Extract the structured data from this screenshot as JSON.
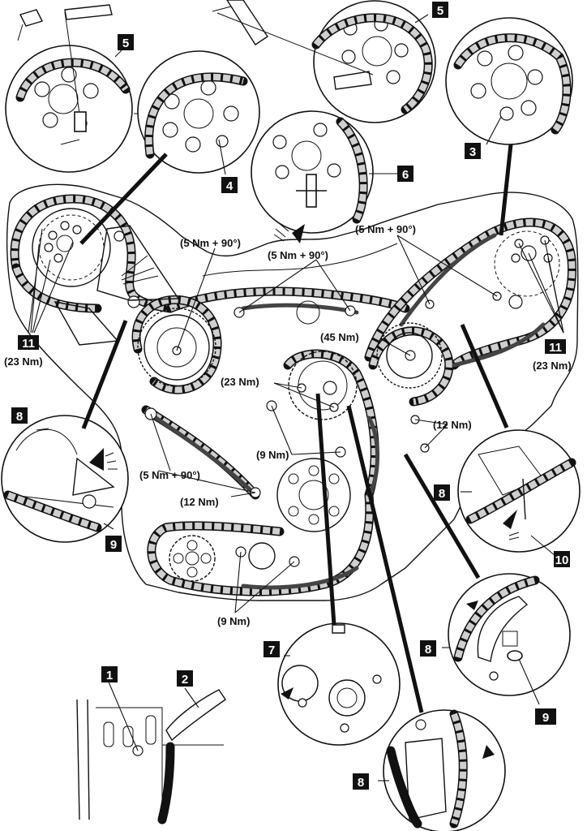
{
  "figure": {
    "type": "timing-chain-installation-diagram",
    "callouts": [
      {
        "id": "c1",
        "label": "1"
      },
      {
        "id": "c2",
        "label": "2"
      },
      {
        "id": "c3",
        "label": "3"
      },
      {
        "id": "c4",
        "label": "4"
      },
      {
        "id": "c5a",
        "label": "5"
      },
      {
        "id": "c5b",
        "label": "5"
      },
      {
        "id": "c6",
        "label": "6"
      },
      {
        "id": "c7",
        "label": "7"
      },
      {
        "id": "c8a",
        "label": "8"
      },
      {
        "id": "c8b",
        "label": "8"
      },
      {
        "id": "c8c",
        "label": "8"
      },
      {
        "id": "c8d",
        "label": "8"
      },
      {
        "id": "c9a",
        "label": "9"
      },
      {
        "id": "c9b",
        "label": "9"
      },
      {
        "id": "c10",
        "label": "10"
      },
      {
        "id": "c11a",
        "label": "11"
      },
      {
        "id": "c11b",
        "label": "11"
      }
    ],
    "torque_specs": {
      "left_cam_bolts": "(23 Nm)",
      "right_cam_bolts": "(23 Nm)",
      "upper_guide_left": "(5 Nm + 90°)",
      "upper_guide_center": "(5 Nm + 90°)",
      "right_guide": "(5 Nm + 90°)",
      "idler_sprocket": "(45 Nm)",
      "center_bolts": "(23 Nm)",
      "tensioner_right": "(12 Nm)",
      "tensioner_center": "(9 Nm)",
      "left_guide_upper": "(5 Nm + 90°)",
      "left_guide_lower": "(12 Nm)",
      "oil_pump_bolts": "(9 Nm)"
    }
  }
}
